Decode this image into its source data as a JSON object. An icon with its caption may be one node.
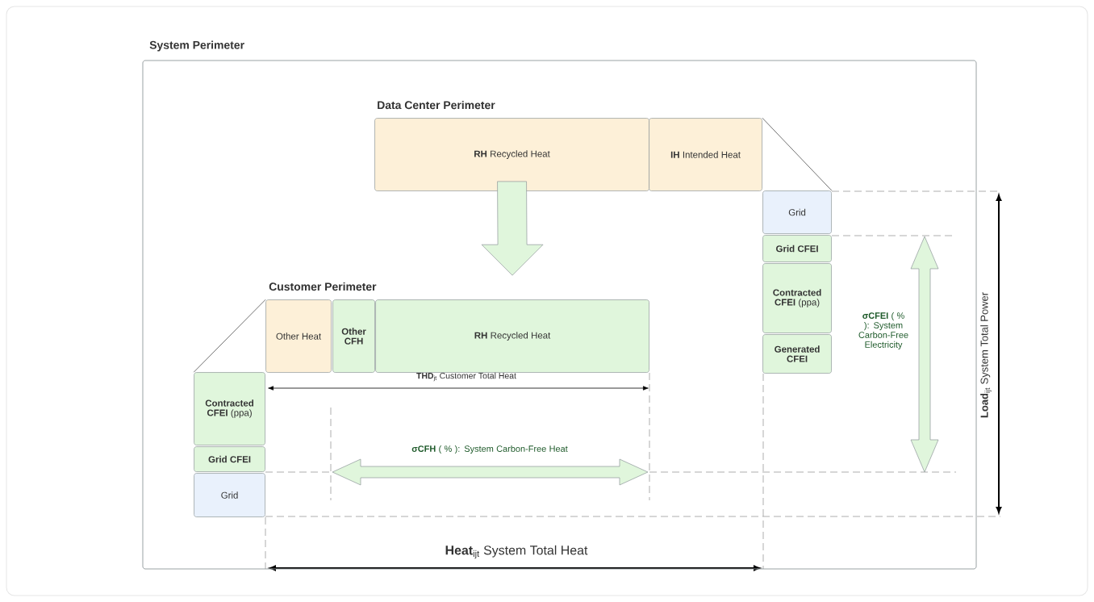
{
  "diagram": {
    "nodes": [
      {
        "text": [
          "System Perimeter"
        ]
      },
      {
        "text": [
          "**RH** Recycled Heat"
        ],
        "in": 0
      },
      {
        "text": [
          "**IH** Intended Heat"
        ],
        "in": 0
      },
      {
        "text": [
          "Grid"
        ],
        "in": 0
      },
      {
        "text": [
          "Grid CFEI"
        ],
        "in": 0
      },
      {
        "text": [
          "**Contracted CFEI** (ppa)"
        ],
        "in": 0
      },
      {
        "text": [
          "Generated CFEI"
        ],
        "in": 0
      },
      {
        "text": [
          "Other Heat"
        ],
        "in": 0
      },
      {
        "text": [
          "Other CFH"
        ],
        "in": 0
      },
      {
        "text": [
          "**RH** Recycled Heat"
        ],
        "in": 0
      },
      {
        "text": [
          "**Contracted CFEI** (ppa)"
        ],
        "in": 0
      },
      {
        "text": [
          "Grid CFEI"
        ],
        "in": 0
      },
      {
        "text": [
          "Grid"
        ],
        "in": 0
      }
    ],
    "edges": [
      {
        "from": 1,
        "to": 9,
        "arrow": "to"
      },
      {
        "from": 2,
        "to": 3,
        "arrow": "none"
      },
      {
        "from": 7,
        "to": 10,
        "arrow": "none"
      }
    ],
    "labels": [
      "Data Center Perimeter",
      "Customer Perimeter",
      "**THD**$_{jt}$ Customer Total Heat",
      "**σCFH** ( % ): System Carbon-Free Heat",
      "**σCFEI** ( % ): System Carbon-Free Electricity",
      "**Load**$_{ijt}$ System Total Power",
      "**Heat**$_{ijt}$ System Total Heat"
    ]
  }
}
